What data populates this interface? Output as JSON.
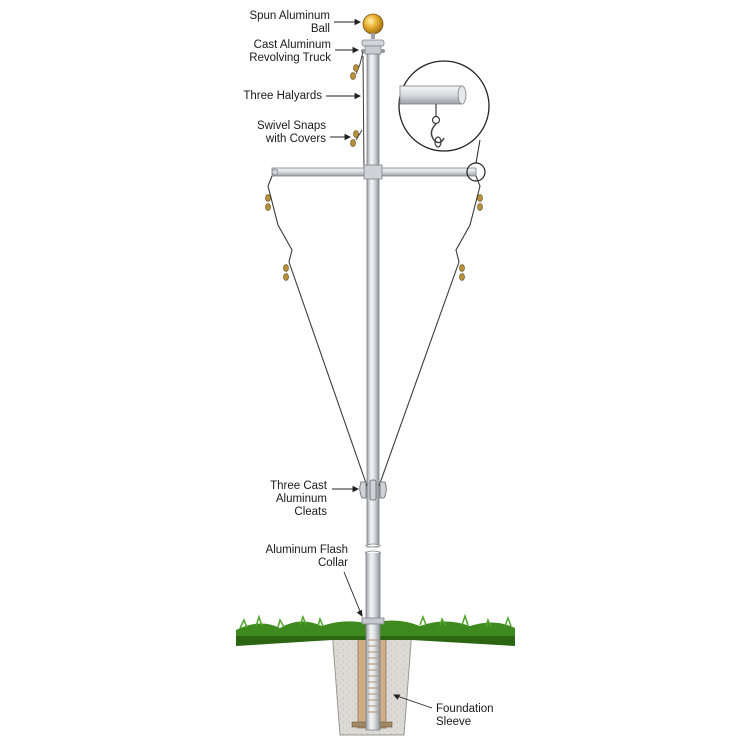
{
  "labels": {
    "ball": [
      "Spun Aluminum",
      "Ball"
    ],
    "truck": [
      "Cast Aluminum",
      "Revolving Truck"
    ],
    "halyards": [
      "Three Halyards"
    ],
    "snaps": [
      "Swivel Snaps",
      "with Covers"
    ],
    "cleats": [
      "Three Cast",
      "Aluminum",
      "Cleats"
    ],
    "collar": [
      "Aluminum Flash",
      "Collar"
    ],
    "sleeve": [
      "Foundation",
      "Sleeve"
    ]
  },
  "colors": {
    "ball_gold": "#e0a020",
    "pole_light": "#f2f3f4",
    "pole_mid": "#c9ccd0",
    "pole_dark": "#8a8f95",
    "grass": "#3f8a1e",
    "concrete": "#d9d7d2",
    "soil": "#c8a27a",
    "rope": "#3b3b3b",
    "snap_brass": "#b8923a"
  }
}
